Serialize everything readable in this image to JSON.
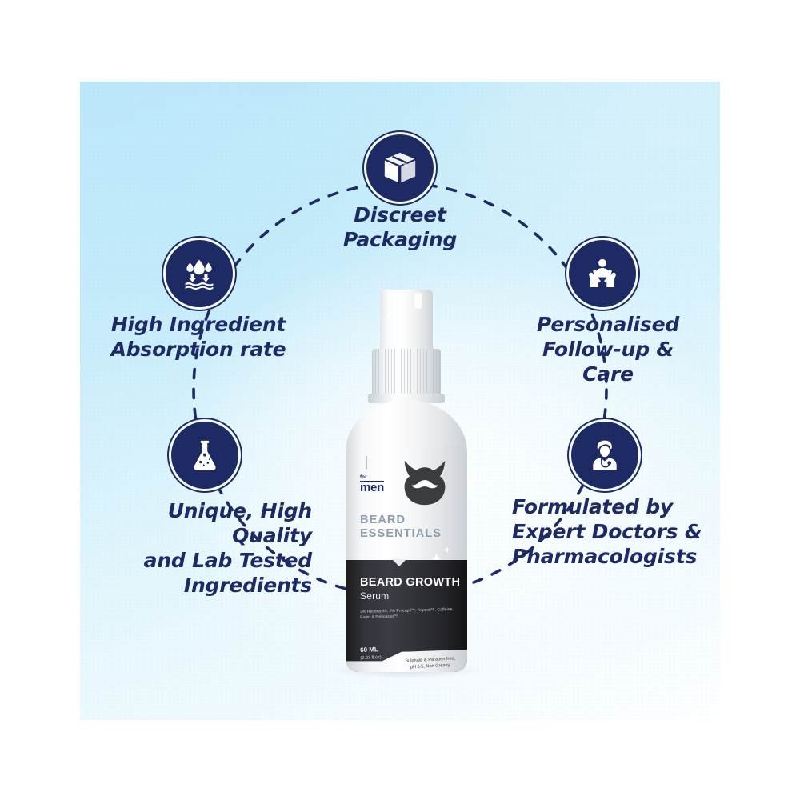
{
  "theme": {
    "badge_navy": "#1d2a63",
    "caption_navy": "#1d2a63",
    "panel_blue": "#b8e6f8",
    "dash_navy": "#1d2a63"
  },
  "features": [
    {
      "id": "discreet-packaging",
      "icon": "box-icon",
      "caption": "Discreet\nPackaging"
    },
    {
      "id": "high-absorption",
      "icon": "water-droplets-absorption-icon",
      "caption": "High Ingredient\nAbsorption rate"
    },
    {
      "id": "lab-tested",
      "icon": "flask-icon",
      "caption": "Unique, High Quality\nand Lab Tested\nIngredients"
    },
    {
      "id": "personalised-care",
      "icon": "hands-holding-person-icon",
      "caption": "Personalised\nFollow-up & Care"
    },
    {
      "id": "formulated-by-doctors",
      "icon": "doctor-icon",
      "caption": "Formulated by\nExpert Doctors &\nPharmacologists"
    }
  ],
  "product": {
    "logo_for": "for",
    "logo_men": "men",
    "brand_line": "BEARD\nESSENTIALS",
    "title": "BEARD GROWTH",
    "subtitle": "Serum",
    "ingredients": "3% Redensyl®, 2% Procapil™, Kopexil™, Caffeine, Biotin & Follicusan™.",
    "volume": "60 ML",
    "volume_sub": "(2.03 fl.oz)",
    "claims": "Sulphate & Paraben free,\npH 5.5, Non Greasy."
  }
}
